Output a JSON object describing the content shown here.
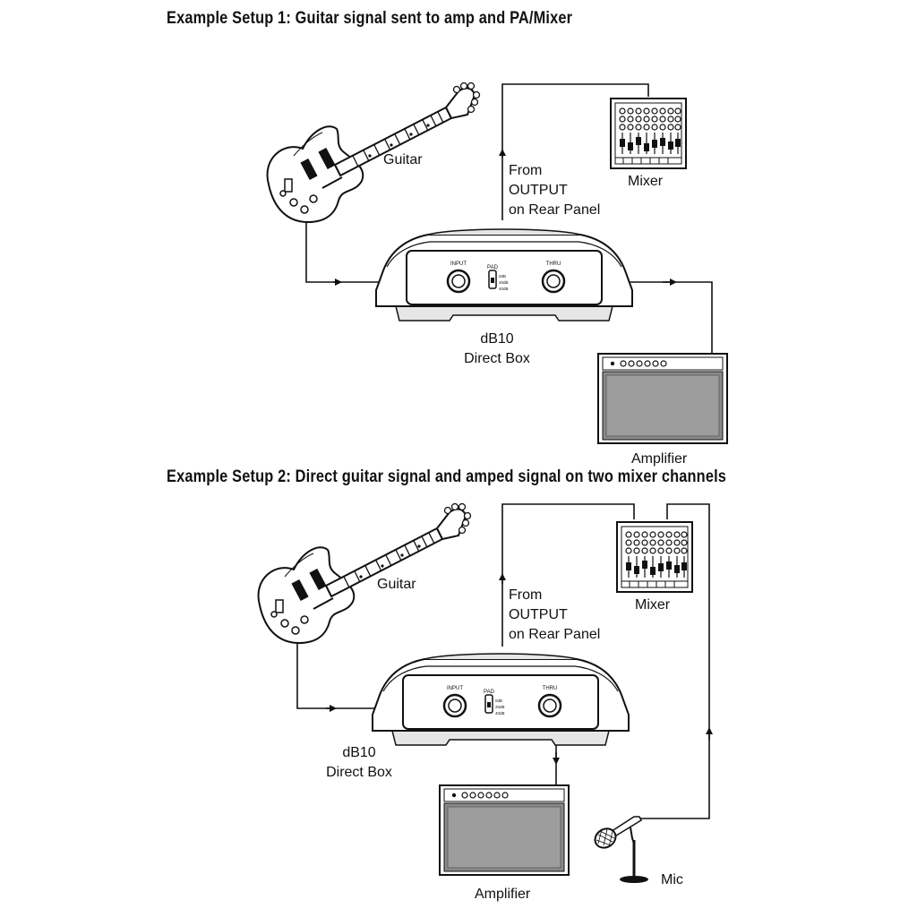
{
  "setups": [
    {
      "title": "Example Setup 1: Guitar signal sent to amp and PA/Mixer",
      "labels": {
        "guitar": "Guitar",
        "mixer": "Mixer",
        "from_output": [
          "From",
          "OUTPUT",
          "on Rear Panel"
        ],
        "direct_box": [
          "dB10",
          "Direct Box"
        ],
        "amplifier": "Amplifier"
      }
    },
    {
      "title": "Example Setup 2: Direct guitar signal and amped signal on two mixer channels",
      "labels": {
        "guitar": "Guitar",
        "mixer": "Mixer",
        "from_output": [
          "From",
          "OUTPUT",
          "on Rear Panel"
        ],
        "direct_box": [
          "dB10",
          "Direct Box"
        ],
        "amplifier": "Amplifier",
        "mic": "Mic"
      }
    }
  ],
  "panel": {
    "input": "INPUT",
    "pad": "PAD",
    "thru": "THRU",
    "pad_options": [
      "0dB",
      "20dB",
      "40dB"
    ]
  }
}
